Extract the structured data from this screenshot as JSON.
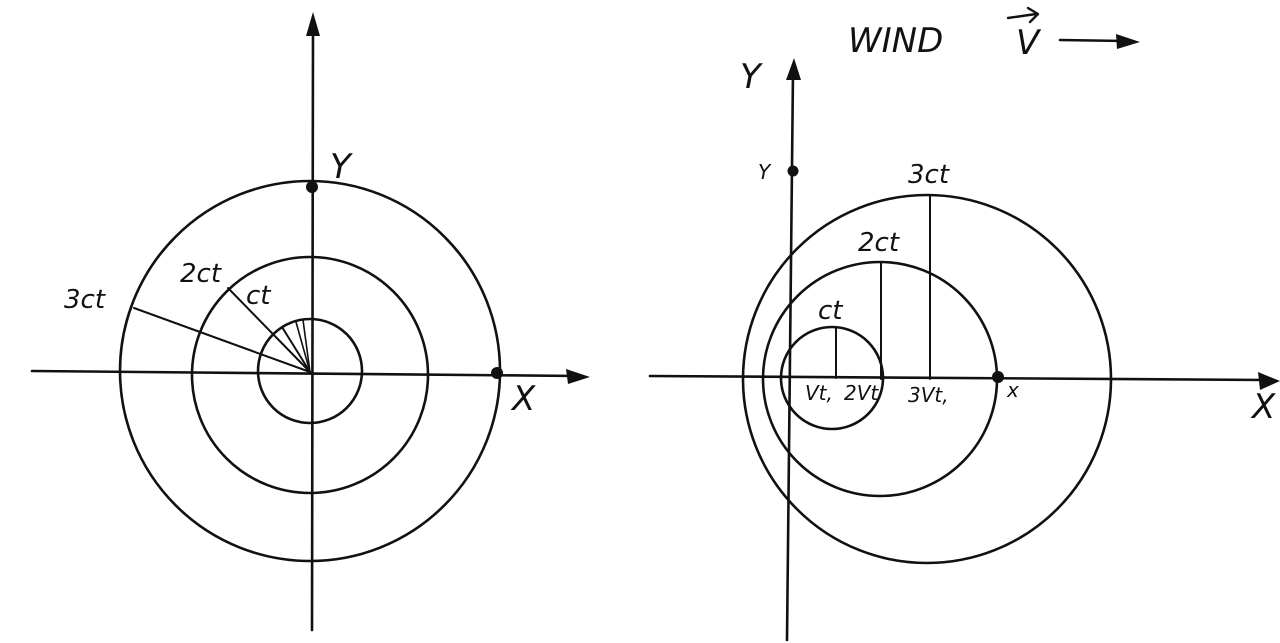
{
  "left_panel": {
    "axis_x_label": "X",
    "axis_y_label": "Y",
    "radius_labels": {
      "ct": "ct",
      "two_ct": "2ct",
      "three_ct": "3ct"
    }
  },
  "right_panel": {
    "wind_label": "WIND",
    "wind_vector_symbol": "V",
    "axis_x_label": "X",
    "axis_y_label": "Y",
    "point_y_label": "Y",
    "point_x_label": "x",
    "radius_labels": {
      "ct": "ct",
      "two_ct": "2ct",
      "three_ct": "3ct"
    },
    "center_labels": {
      "vt1": "Vt,",
      "two_vt": "2Vt",
      "three_vt1": "3Vt,"
    }
  },
  "colors": {
    "ink": "#111111",
    "paper": "#ffffff"
  }
}
